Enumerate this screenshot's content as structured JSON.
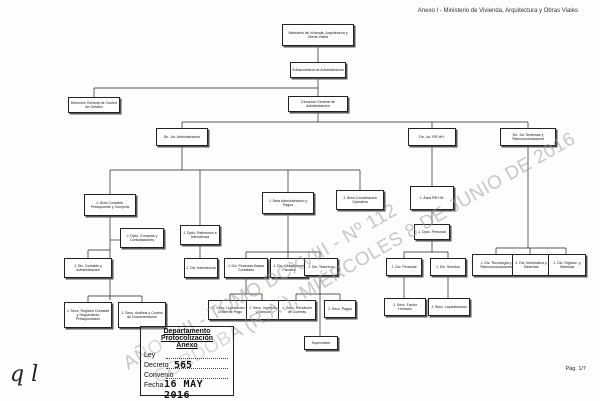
{
  "header": {
    "title": "Anexo I - Ministerio de Vivienda, Arquitectura y Obras Viales"
  },
  "org": {
    "ministerio": "Ministerio de Vivienda, Arquitectura y Obras Viales",
    "subsecretaria": "Subsecretaría de Administración",
    "dg_control": "Dirección General de Control de Gestión",
    "dg_admin": "Dirección General de Administración",
    "dir_admin": "Dir. Jur. Administración",
    "dir_rrhh": "Dir. Jur. RR.HH.",
    "dir_sist": "Dir. Jur. Sistemas y Telecomunicaciones",
    "area_contable": "J. Área Contable, Presupuesto y Compras",
    "dpto_patrimonio": "J. Dpto. Patrimonio e Intendencia",
    "area_adm_pagos": "J. Área Administración y Pagos",
    "area_coord": "J. Área Coordinación Operativa",
    "dpto_compras": "J. Dpto. Compras y Contrataciones",
    "div_contable": "J. Div. Contable y Administración",
    "div_intendencia": "J. Div. Intendencia",
    "div_finanzas": "J. Div. Finanzas-Bases Contables",
    "div_obligaciones": "J. Div. Obligaciones Fiscales",
    "div_tesoreria": "J. Div. Tesorería",
    "secc_registro": "J. Secc. Registro Contable y Seguimiento Presupuestario",
    "secc_analisis": "J. Secc. Análisis y Control de Documentación",
    "secc_liquidacion": "J. Secc. Liquidación y Orden de Pago",
    "secc_ingresos": "J. Secc. Ingresos y Bancos",
    "secc_rendicion": "J. Secc. Rendición de Cuentas",
    "secc_pagos": "J. Secc. Pagos",
    "supervision": "Supervisión",
    "area_rrhh": "J. Área RR.HH.",
    "dpto_personal": "J. Dpto. Personal",
    "div_personal": "J. Div. Personal",
    "div_sueldos": "J. Div. Sueldos",
    "secc_factor": "J. Secc. Factor Humano",
    "secc_liquidaciones": "J. Secc. Liquidaciones",
    "div_tecnologia": "J. Div. Tecnología y Telecomunicaciones",
    "div_informatica": "J. Div. Informática y Sistemas",
    "div_organiz": "J. Div. Organiz. y Sistemas"
  },
  "watermark": {
    "line1": "AÑO CIII - TOMO DCXVIII - Nº 112",
    "line2": "CÓRDOBA (R.A.), MIÉRCOLES 8 DE JUNIO DE 2016"
  },
  "stamp": {
    "title_line1": "Departamento",
    "title_line2": "Protocolización",
    "title_line3": "Anexo",
    "ley_label": "Ley",
    "decreto_label": "Decreto",
    "decreto_value": "565",
    "convenio_label": "Convenio",
    "fecha_label": "Fecha",
    "fecha_value": "16 MAY 2016"
  },
  "signature": "q l",
  "footer": {
    "page": "Pág. 1/7"
  }
}
